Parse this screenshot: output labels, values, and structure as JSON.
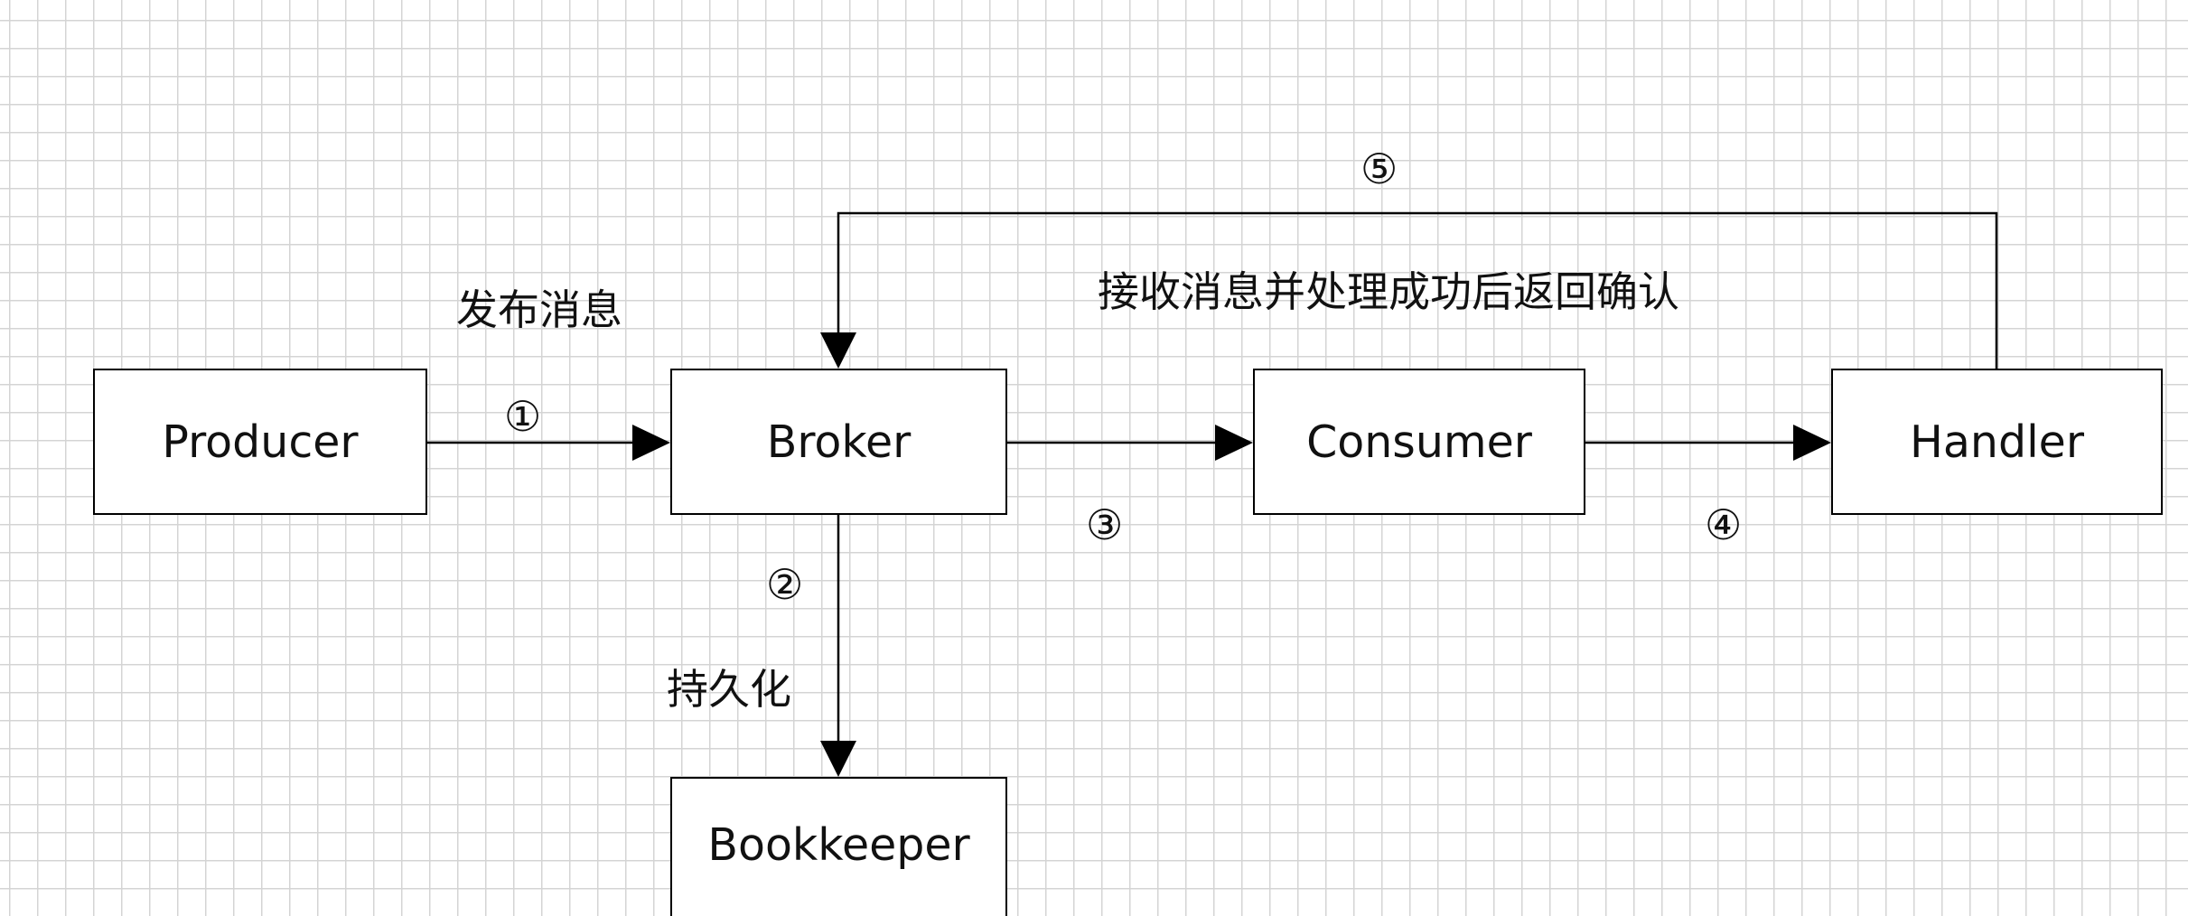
{
  "nodes": {
    "producer": "Producer",
    "broker": "Broker",
    "consumer": "Consumer",
    "handler": "Handler",
    "bookkeeper": "Bookkeeper"
  },
  "labels": {
    "publish": "发布消息",
    "persist": "持久化",
    "ack": "接收消息并处理成功后返回确认"
  },
  "steps": {
    "s1": "①",
    "s2": "②",
    "s3": "③",
    "s4": "④",
    "s5": "⑤"
  }
}
